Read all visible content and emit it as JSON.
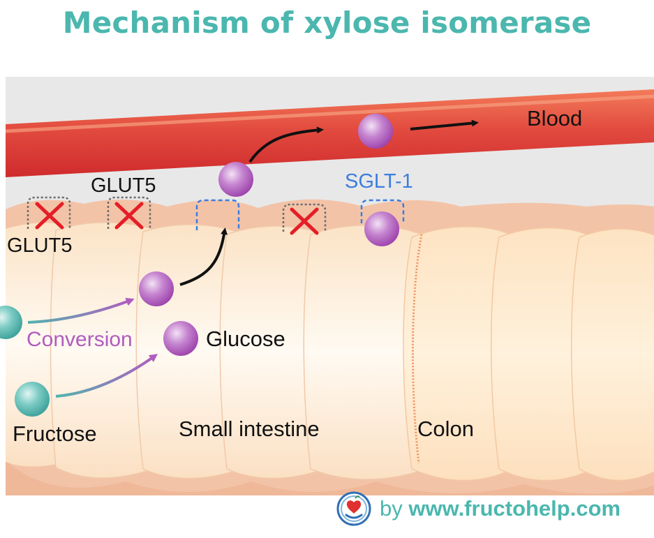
{
  "title": "Mechanism of xylose isomerase",
  "labels": {
    "blood": "Blood",
    "glut5_top": "GLUT5",
    "glut5_left": "GLUT5",
    "sglt1": "SGLT-1",
    "conversion": "Conversion",
    "glucose": "Glucose",
    "fructose": "Fructose",
    "small_intestine": "Small intestine",
    "colon": "Colon"
  },
  "credit": {
    "by": "by",
    "site": "www.fructohelp.com"
  },
  "colors": {
    "title": "#4bb7ae",
    "blood_vessel": "#e8483e",
    "intestine_wall": "#f0b79a",
    "intestine_body": "#fbe3c8",
    "glucose": "#b05cc0",
    "fructose": "#4fb4ae",
    "blocked": "#e02020",
    "sglt1": "#3b7de0",
    "conversion_text": "#b05cc0"
  },
  "icons": [
    "blocked-x-icon",
    "arrow-icon",
    "fructohelp-logo-icon"
  ]
}
